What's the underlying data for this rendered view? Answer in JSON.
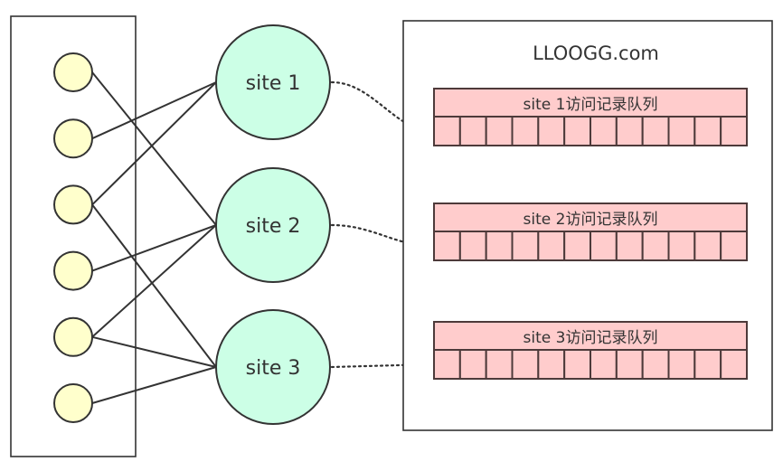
{
  "colors": {
    "stroke": "#333333",
    "user_fill": "#ffffcc",
    "site_fill": "#ccffe6",
    "queue_fill": "#ffcccc",
    "queue_stroke": "#4d3a3a"
  },
  "users": [
    {
      "id": "u1",
      "sites": [
        2
      ]
    },
    {
      "id": "u2",
      "sites": [
        1
      ]
    },
    {
      "id": "u3",
      "sites": [
        1,
        3
      ]
    },
    {
      "id": "u4",
      "sites": [
        2
      ]
    },
    {
      "id": "u5",
      "sites": [
        2,
        3
      ]
    },
    {
      "id": "u6",
      "sites": [
        3
      ]
    }
  ],
  "sites": [
    {
      "label": "site 1"
    },
    {
      "label": "site 2"
    },
    {
      "label": "site 3"
    }
  ],
  "server": {
    "title": "LLOOGG.com",
    "queues": [
      {
        "label": "site 1访问记录队列",
        "cells": 12
      },
      {
        "label": "site 2访问记录队列",
        "cells": 12
      },
      {
        "label": "site 3访问记录队列",
        "cells": 12
      }
    ]
  }
}
